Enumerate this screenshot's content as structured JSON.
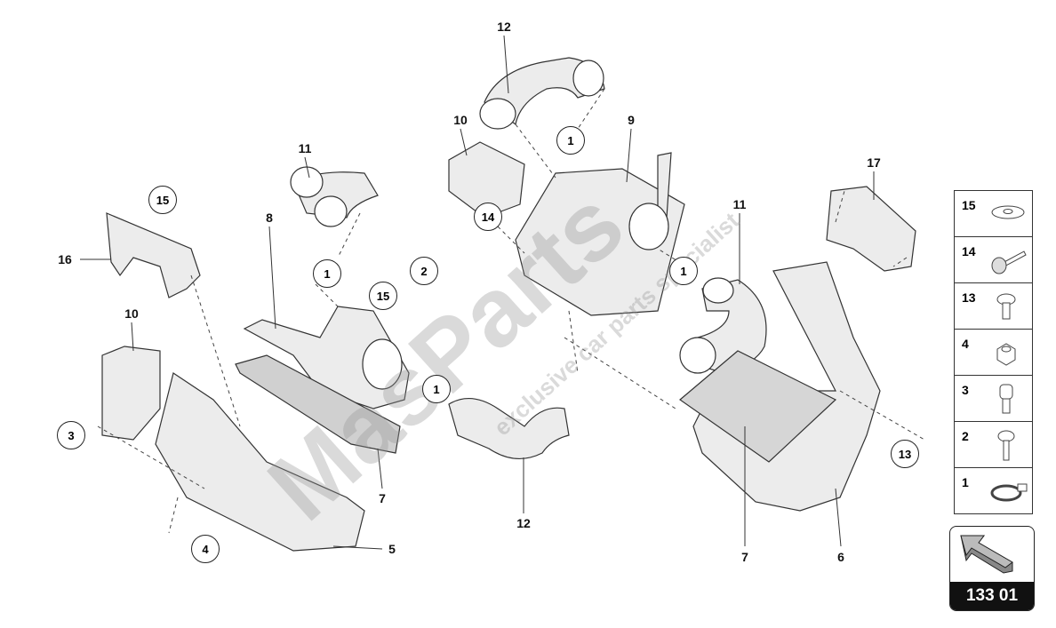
{
  "diagram": {
    "callouts": [
      "12",
      "10",
      "9",
      "11",
      "17",
      "11",
      "16",
      "8",
      "10",
      "7",
      "12",
      "5",
      "7",
      "6"
    ],
    "circled": [
      "1",
      "15",
      "14",
      "1",
      "2",
      "15",
      "1",
      "1",
      "3",
      "4",
      "13"
    ]
  },
  "legend": [
    {
      "number": "15",
      "icon": "washer-icon"
    },
    {
      "number": "14",
      "icon": "flange-bolt-icon"
    },
    {
      "number": "13",
      "icon": "button-head-screw-icon"
    },
    {
      "number": "4",
      "icon": "hex-nut-icon"
    },
    {
      "number": "3",
      "icon": "socket-head-screw-icon"
    },
    {
      "number": "2",
      "icon": "torx-screw-icon"
    },
    {
      "number": "1",
      "icon": "hose-clamp-icon"
    }
  ],
  "reference": {
    "code": "133 01",
    "icon": "arrow-icon"
  },
  "watermark": {
    "brand": "MasParts",
    "tagline": "exclusive car parts specialist"
  },
  "colors": {
    "line": "#222222",
    "part_fill": "#e6e6e6",
    "watermark": "#c8c8c8",
    "accent": "#d9534f"
  }
}
